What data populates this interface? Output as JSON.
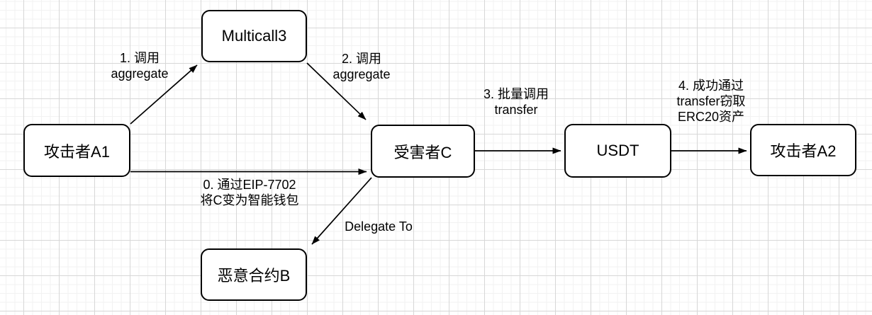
{
  "canvas": {
    "background_color": "#ffffff",
    "grid_minor_color": "#f2f2f2",
    "grid_major_color": "#d7d7d7",
    "stroke_color": "#000000",
    "node_fill_color": "#ffffff"
  },
  "diagram": {
    "title": "EIP-7702 Multicall3 ERC20 theft attack flow",
    "nodes": [
      {
        "id": "multicall3",
        "label": "Multicall3"
      },
      {
        "id": "attacker-a1",
        "label": "攻击者A1"
      },
      {
        "id": "victim-c",
        "label": "受害者C"
      },
      {
        "id": "usdt",
        "label": "USDT"
      },
      {
        "id": "attacker-a2",
        "label": "攻击者A2"
      },
      {
        "id": "malicious-contract-b",
        "label": "恶意合约B"
      }
    ],
    "edges": [
      {
        "from": "攻击者A1",
        "to": "Multicall3",
        "label": "1. 调用\naggregate"
      },
      {
        "from": "Multicall3",
        "to": "受害者C",
        "label": "2. 调用\naggregate"
      },
      {
        "from": "攻击者A1",
        "to": "受害者C",
        "label": "0. 通过EIP-7702\n将C变为智能钱包"
      },
      {
        "from": "受害者C",
        "to": "USDT",
        "label": "3. 批量调用\ntransfer"
      },
      {
        "from": "USDT",
        "to": "攻击者A2",
        "label": "4. 成功通过\ntransfer窃取\nERC20资产"
      },
      {
        "from": "受害者C",
        "to": "恶意合约B",
        "label": "Delegate To"
      }
    ]
  }
}
